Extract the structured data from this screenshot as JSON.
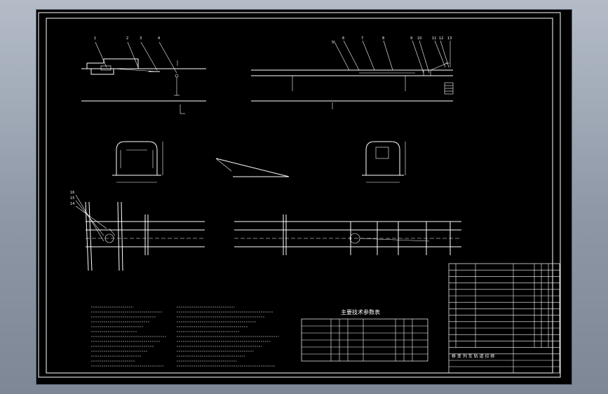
{
  "colors": {
    "canvas": "#000000",
    "line": "#ffffff",
    "background": "#9aa3b0"
  },
  "part_labels": [
    "1",
    "2",
    "3",
    "4",
    "5",
    "6",
    "7",
    "8",
    "9",
    "10",
    "11",
    "12",
    "13",
    "16",
    "15",
    "14"
  ],
  "spec_table": {
    "title": "主要技术参数表"
  },
  "title_block": {
    "name": "移 变 列 车 轨 道 拉 移"
  }
}
